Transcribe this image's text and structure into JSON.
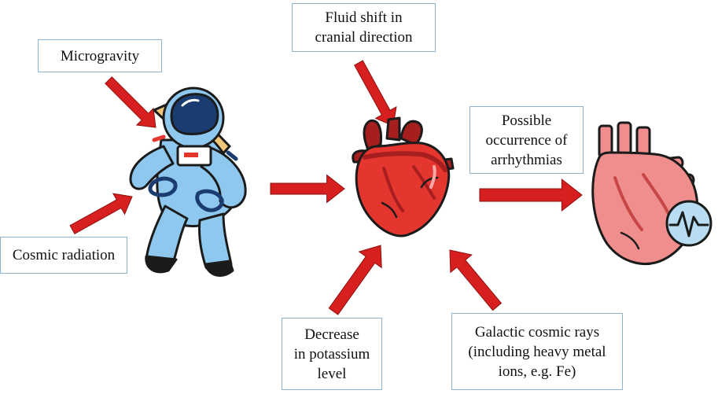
{
  "labels": {
    "microgravity": [
      "Microgravity"
    ],
    "fluid_shift": [
      "Fluid shift in",
      "cranial direction"
    ],
    "cosmic_radiation": [
      "Cosmic radiation"
    ],
    "arrhythmias": [
      "Possible",
      "occurrence of",
      "arrhythmias"
    ],
    "potassium": [
      "Decrease",
      "in potassium",
      "level"
    ],
    "galactic_rays": [
      "Galactic cosmic rays",
      "(including heavy metal",
      "ions, e.g. Fe)"
    ]
  },
  "icons": {
    "astronaut": "astronaut-icon",
    "heart": "anatomical-heart-icon",
    "arrhythmic_heart": "arrhythmic-heart-icon"
  },
  "colors": {
    "arrow": "#d81f1f",
    "arrow_stroke": "#8e1010",
    "box_border": "#8fb3cf",
    "heart_red": "#e5352f",
    "heart_dark": "#a61e1e",
    "suit_blue": "#8fc8ee",
    "pale_heart": "#f08e8e",
    "line_dark": "#1b1b1b"
  }
}
